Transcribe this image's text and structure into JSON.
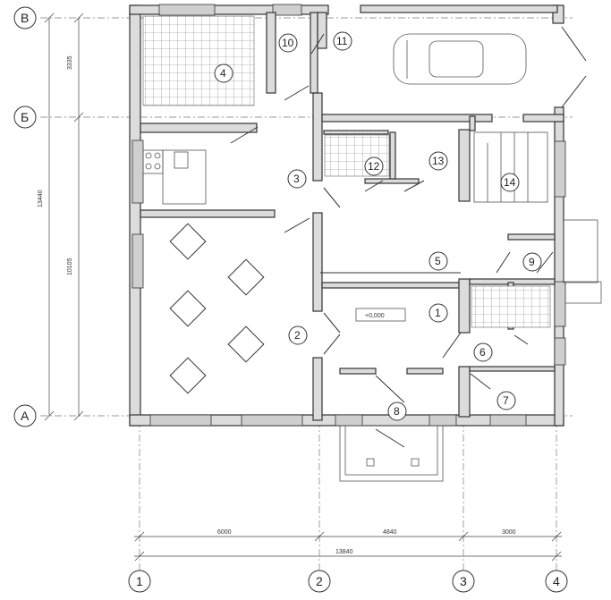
{
  "axes_letters": [
    {
      "id": "V",
      "label": "В"
    },
    {
      "id": "B",
      "label": "Б"
    },
    {
      "id": "A",
      "label": "А"
    }
  ],
  "axes_numbers": [
    {
      "id": "1",
      "label": "1"
    },
    {
      "id": "2",
      "label": "2"
    },
    {
      "id": "3",
      "label": "3"
    },
    {
      "id": "4",
      "label": "4"
    }
  ],
  "dimensions": {
    "bottom_segments": [
      "6000",
      "4840",
      "3000"
    ],
    "bottom_total": "13840",
    "left_upper": "3335",
    "left_lower": "10105",
    "left_total": "13440"
  },
  "level_mark": "+0,000",
  "rooms": [
    "1",
    "2",
    "3",
    "4",
    "5",
    "6",
    "7",
    "8",
    "9",
    "10",
    "11",
    "12",
    "13",
    "14"
  ]
}
